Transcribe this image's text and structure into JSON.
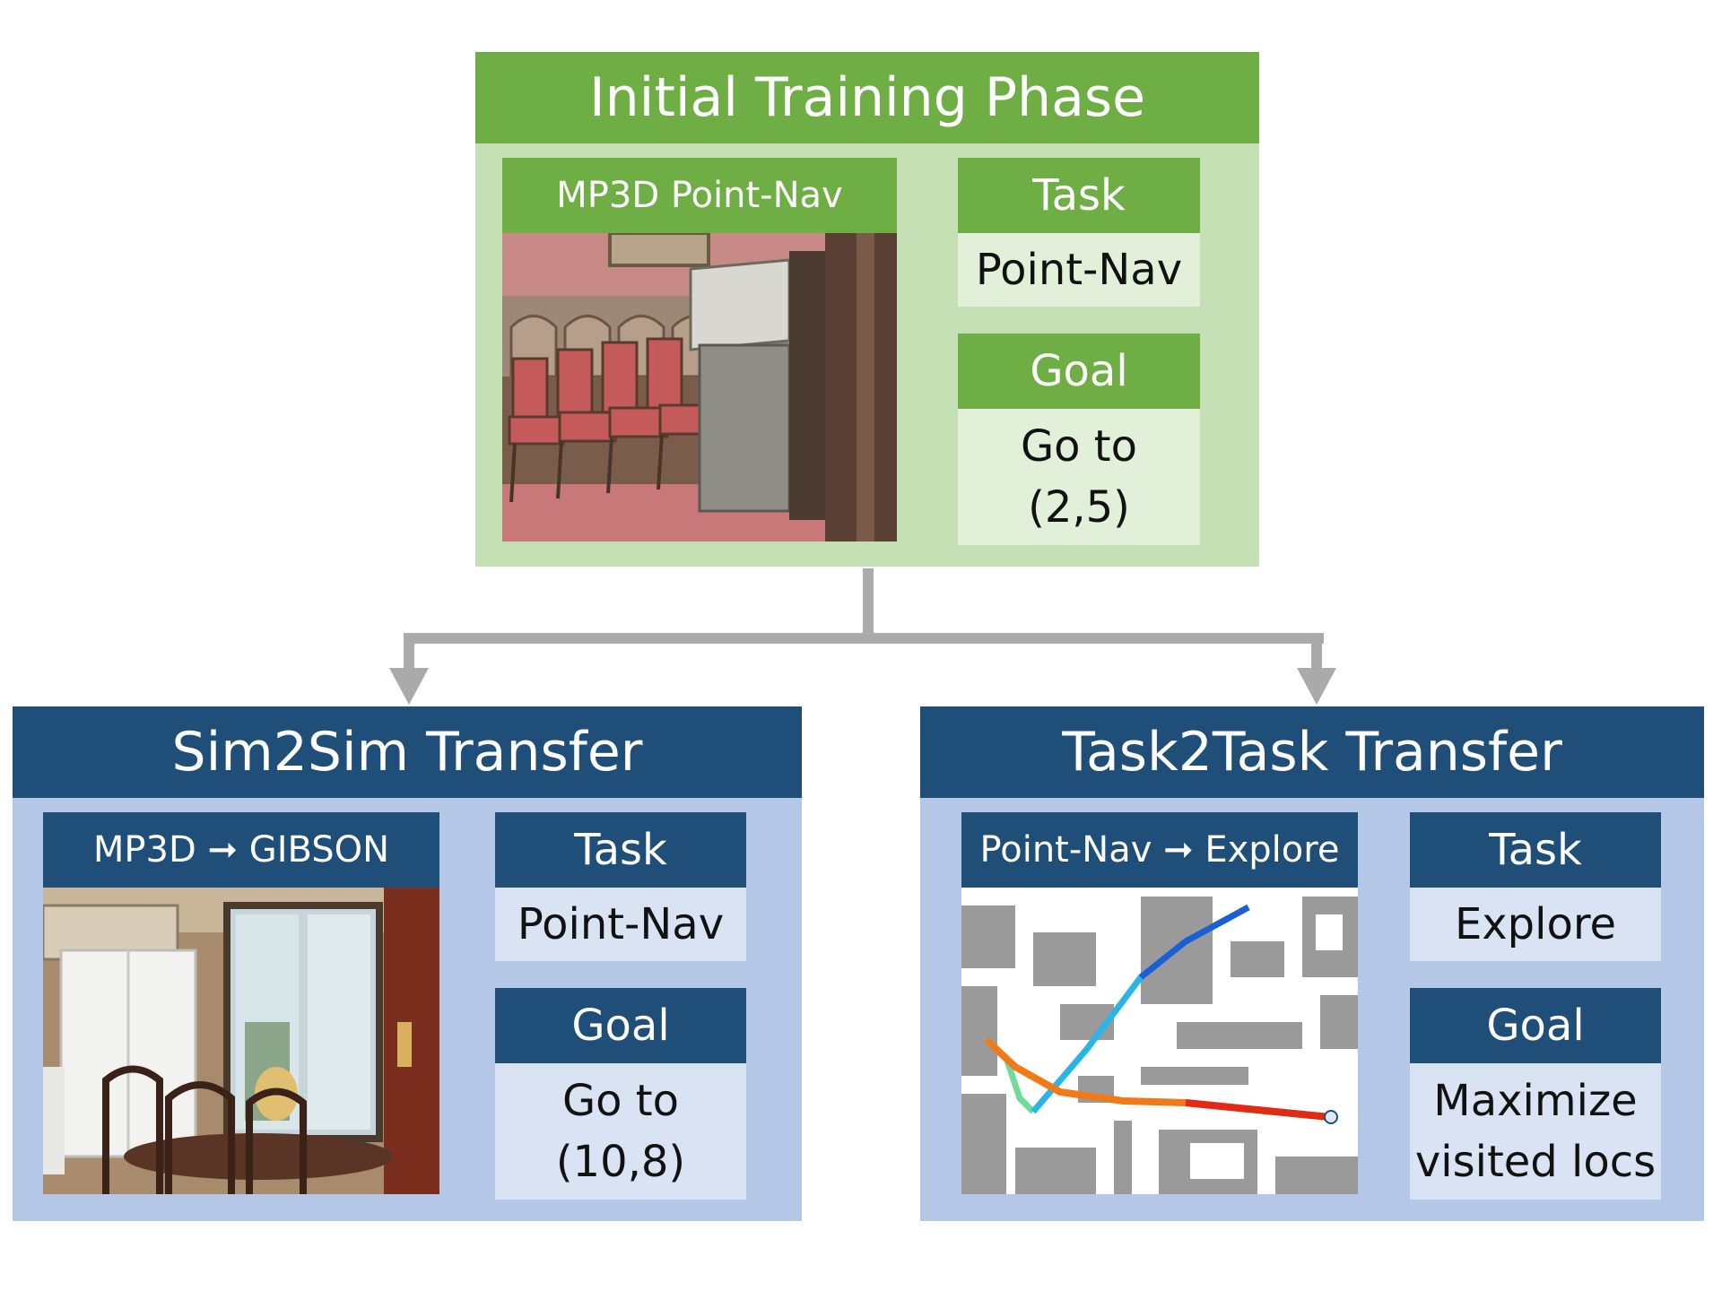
{
  "colors": {
    "green_header": "#6fae45",
    "green_panel": "#c5e0b4",
    "green_cell": "#e2efd9",
    "blue_header": "#1f4e79",
    "blue_panel": "#b4c7e7",
    "blue_cell": "#dae3f3",
    "connector": "#aaaaaa"
  },
  "initial": {
    "title": "Initial Training Phase",
    "image_label": "MP3D Point-Nav",
    "task_label": "Task",
    "task_value": "Point-Nav",
    "goal_label": "Goal",
    "goal_value": "Go to\n(2,5)"
  },
  "sim2sim": {
    "title": "Sim2Sim Transfer",
    "image_label": "MP3D ➞ GIBSON",
    "task_label": "Task",
    "task_value": "Point-Nav",
    "goal_label": "Goal",
    "goal_value": "Go to\n(10,8)"
  },
  "task2task": {
    "title": "Task2Task Transfer",
    "image_label": "Point-Nav ➞ Explore",
    "task_label": "Task",
    "task_value": "Explore",
    "goal_label": "Goal",
    "goal_value": "Maximize\nvisited locs"
  }
}
